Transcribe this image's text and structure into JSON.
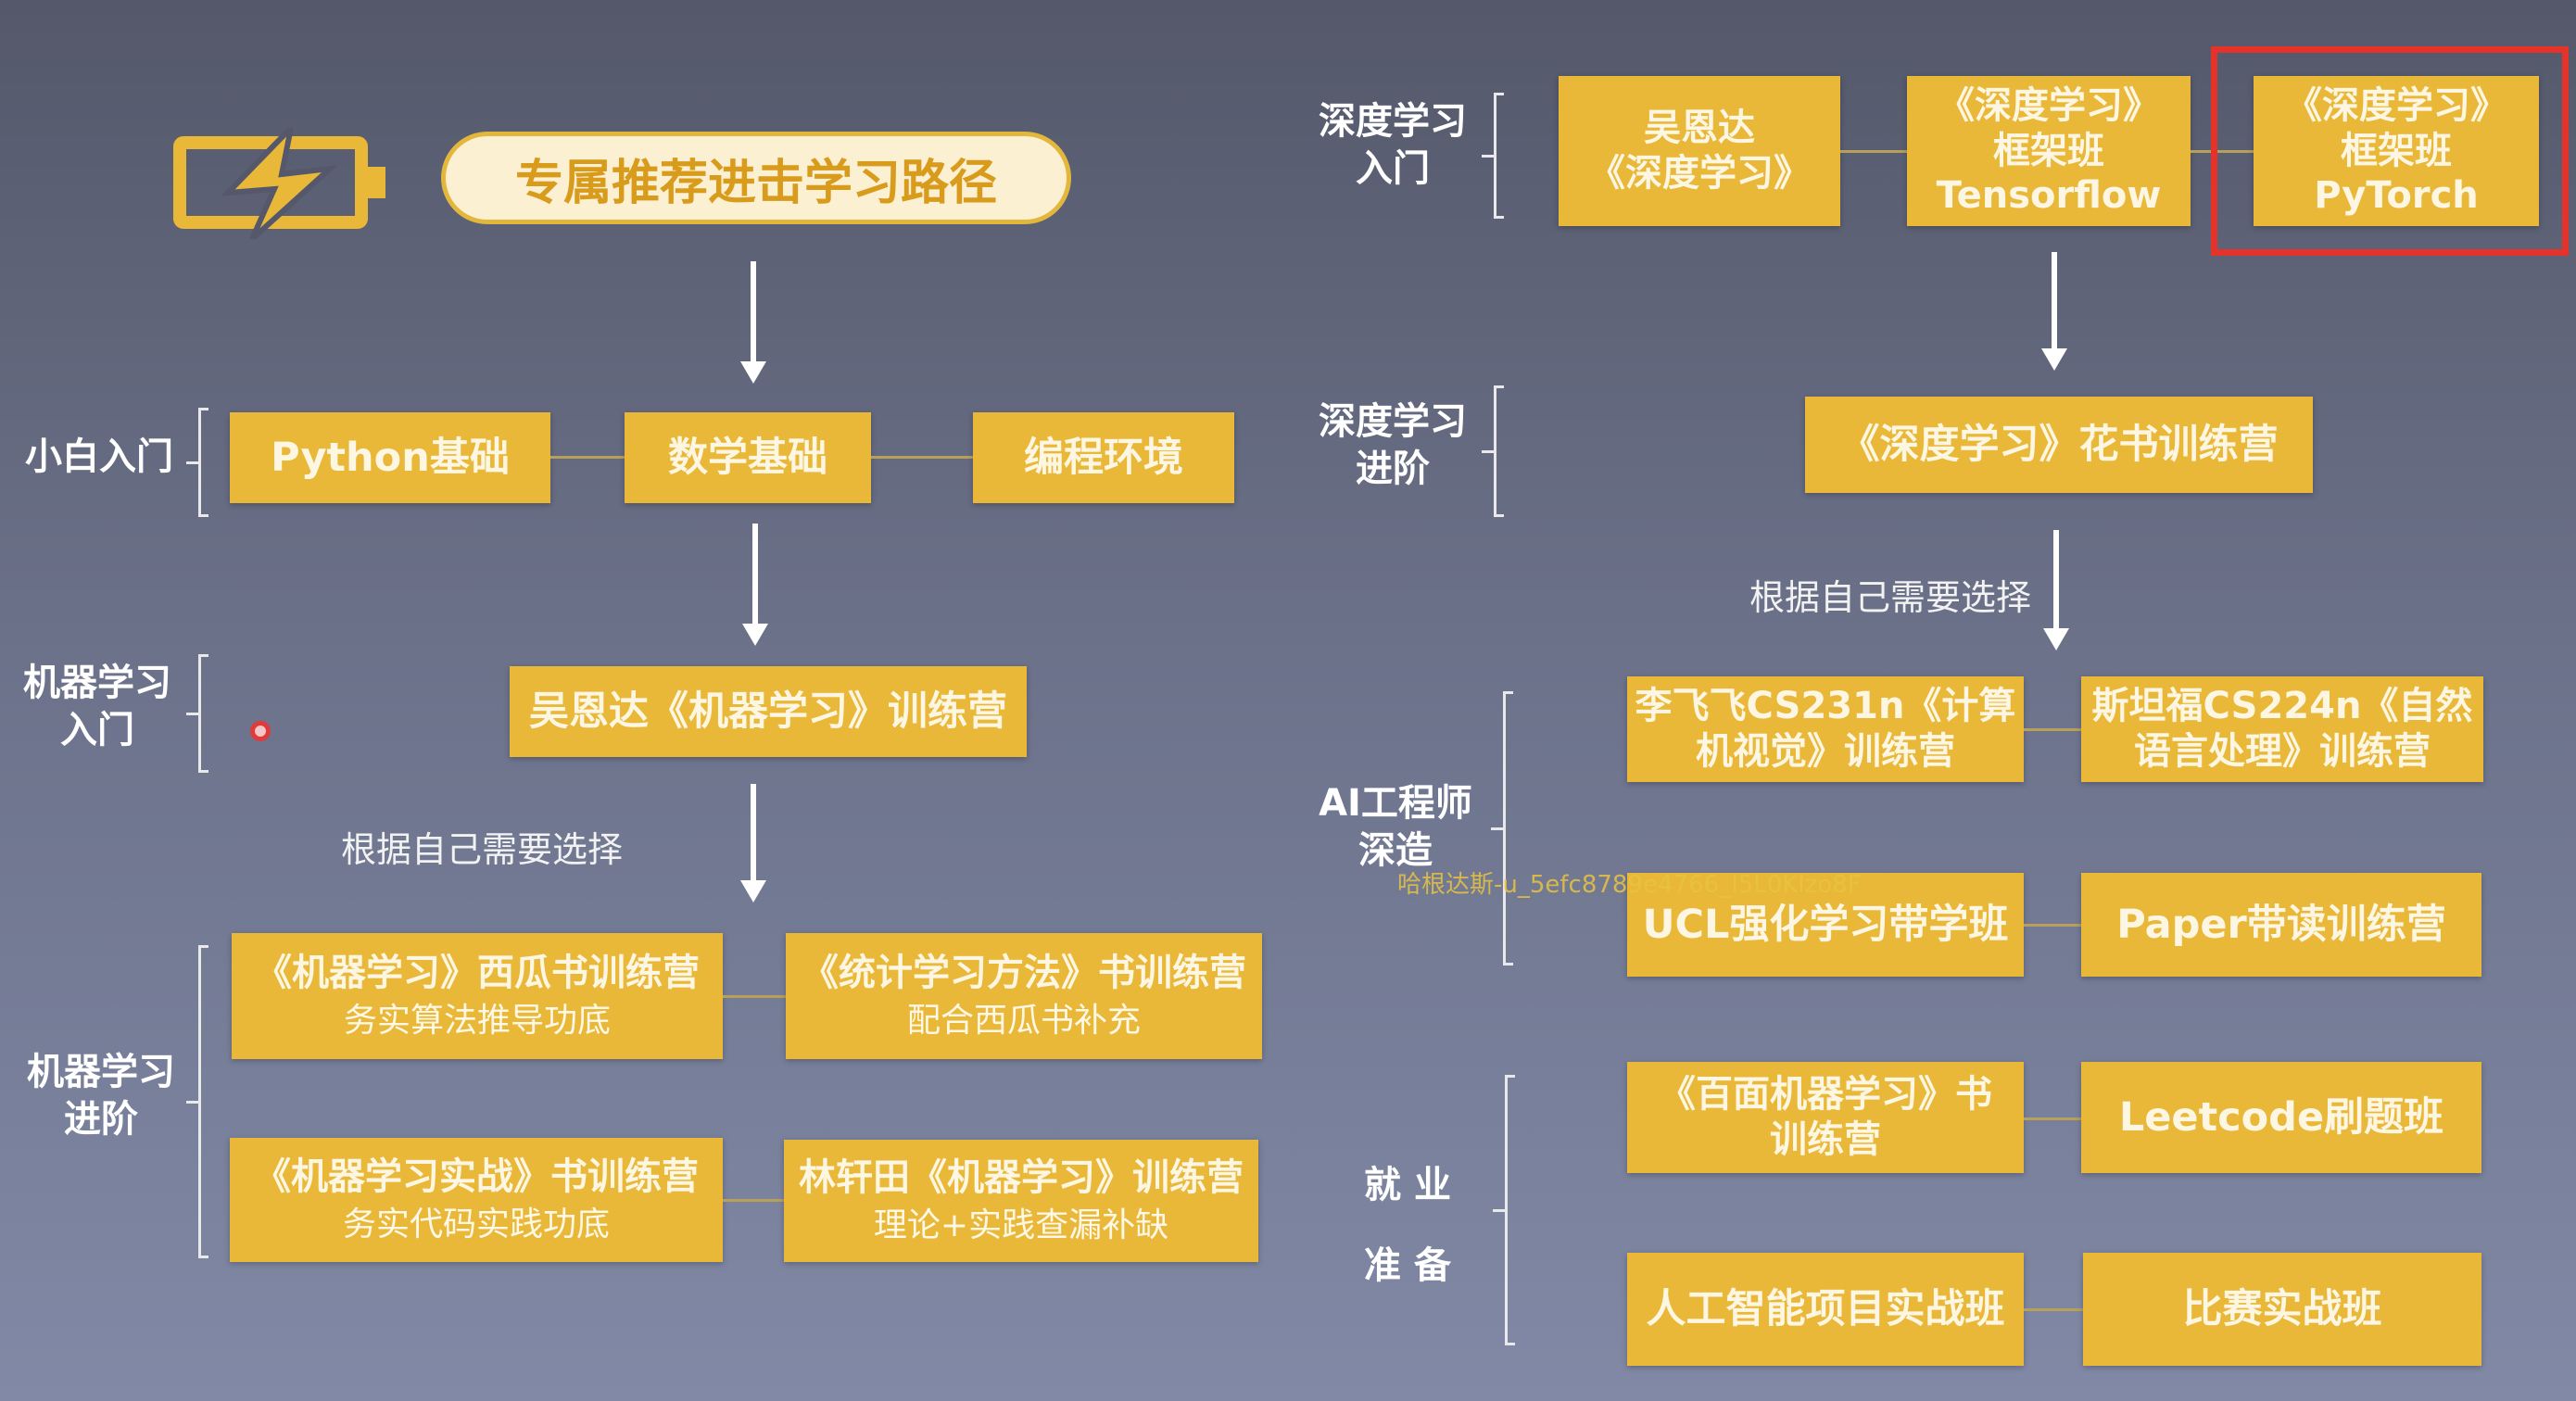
{
  "header": {
    "title": "专属推荐进击学习路径",
    "icon": "battery-charging-icon"
  },
  "left": {
    "stage_beginner": "小白入门",
    "stage_ml_intro": "机器学习\n入门",
    "stage_ml_adv": "机器学习\n进阶",
    "boxes": {
      "python": "Python基础",
      "math": "数学基础",
      "env": "编程环境",
      "ng_ml": "吴恩达《机器学习》训练营",
      "watermelon_title": "《机器学习》西瓜书训练营",
      "watermelon_sub": "务实算法推导功底",
      "stat_title": "《统计学习方法》书训练营",
      "stat_sub": "配合西瓜书补充",
      "practice_title": "《机器学习实战》书训练营",
      "practice_sub": "务实代码实践功底",
      "lin_title": "林轩田《机器学习》训练营",
      "lin_sub": "理论+实践查漏补缺"
    },
    "choose_note": "根据自己需要选择"
  },
  "right": {
    "stage_dl_intro": "深度学习\n入门",
    "stage_dl_adv": "深度学习\n进阶",
    "stage_ai_eng": "AI工程师\n深造",
    "stage_job": "就 业\n准 备",
    "boxes": {
      "ng_dl": "吴恩达\n《深度学习》",
      "tf": "《深度学习》\n框架班\nTensorflow",
      "pytorch": "《深度学习》\n框架班\nPyTorch",
      "flower": "《深度学习》花书训练营",
      "cs231n": "李飞飞CS231n《计算\n机视觉》训练营",
      "cs224n": "斯坦福CS224n《自然\n语言处理》训练营",
      "ucl": "UCL强化学习带学班",
      "paper": "Paper带读训练营",
      "baimian": "《百面机器学习》书\n训练营",
      "leetcode": "Leetcode刷题班",
      "ai_project": "人工智能项目实战班",
      "competition": "比赛实战班"
    },
    "choose_note": "根据自己需要选择"
  },
  "watermark": "哈根达斯-u_5efc8789e4766_I5L0Klzo8F",
  "colors": {
    "box": "#e9b838",
    "highlight": "#e5322b",
    "title_text": "#d99b1c"
  }
}
